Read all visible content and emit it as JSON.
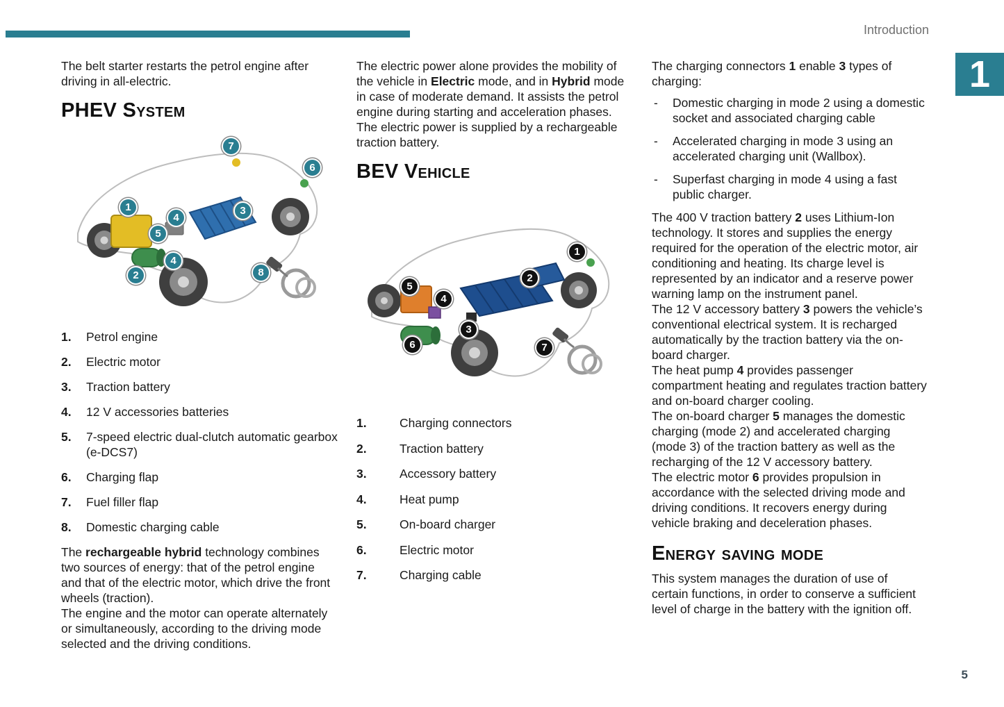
{
  "page": {
    "header_label": "Introduction",
    "chapter_number": "1",
    "page_number": "5",
    "colors": {
      "accent_teal": "#2a7e91",
      "phev_badge": "#2a7e91",
      "bev_badge": "#111111",
      "header_text": "#707070",
      "page_number_text": "#3c4c57"
    }
  },
  "col1": {
    "intro": "The belt starter restarts the petrol engine after driving in all-electric.",
    "heading": "PHEV System",
    "diagram_badges": [
      "7",
      "6",
      "1",
      "4",
      "3",
      "5",
      "4",
      "2",
      "8"
    ],
    "legend": [
      {
        "num": "1.",
        "text": "Petrol engine"
      },
      {
        "num": "2.",
        "text": "Electric motor"
      },
      {
        "num": "3.",
        "text": "Traction battery"
      },
      {
        "num": "4.",
        "text": "12 V accessories batteries"
      },
      {
        "num": "5.",
        "text": "7-speed electric dual-clutch automatic gearbox (e-DCS7)"
      },
      {
        "num": "6.",
        "text": "Charging flap"
      },
      {
        "num": "7.",
        "text": "Fuel filler flap"
      },
      {
        "num": "8.",
        "text": "Domestic charging cable"
      }
    ],
    "para_hybrid": [
      {
        "t": "The "
      },
      {
        "t": "rechargeable hybrid",
        "b": true
      },
      {
        "t": " technology combines two sources of energy: that of the petrol engine and that of the electric motor, which drive the front wheels (traction)."
      }
    ],
    "para_operate": "The engine and the motor can operate alternately or simultaneously, according to the driving mode selected and the driving conditions."
  },
  "col2": {
    "para_intro": [
      {
        "t": "The electric power alone provides the mobility of the vehicle in "
      },
      {
        "t": "Electric",
        "b": true
      },
      {
        "t": " mode, and in "
      },
      {
        "t": "Hybrid",
        "b": true
      },
      {
        "t": " mode in case of moderate demand. It assists the petrol engine during starting and acceleration phases."
      }
    ],
    "para_supply": "The electric power is supplied by a rechargeable traction battery.",
    "heading": "BEV Vehicle",
    "diagram_badges": [
      "1",
      "2",
      "5",
      "4",
      "3",
      "6",
      "7"
    ],
    "legend": [
      {
        "num": "1.",
        "text": "Charging connectors"
      },
      {
        "num": "2.",
        "text": "Traction battery"
      },
      {
        "num": "3.",
        "text": "Accessory battery"
      },
      {
        "num": "4.",
        "text": "Heat pump"
      },
      {
        "num": "5.",
        "text": "On-board charger"
      },
      {
        "num": "6.",
        "text": "Electric motor"
      },
      {
        "num": "7.",
        "text": "Charging cable"
      }
    ]
  },
  "col3": {
    "para_connectors": [
      {
        "t": "The charging connectors "
      },
      {
        "t": "1",
        "b": true
      },
      {
        "t": " enable "
      },
      {
        "t": "3",
        "b": true
      },
      {
        "t": " types of charging:"
      }
    ],
    "bullet_marker": "-",
    "bullets": [
      "Domestic charging in mode 2 using a domestic socket and associated charging cable",
      "Accelerated charging in mode 3 using an accelerated charging unit (Wallbox).",
      "Superfast charging in mode 4 using a fast public charger."
    ],
    "para_battery": [
      {
        "t": "The 400 V traction battery "
      },
      {
        "t": "2",
        "b": true
      },
      {
        "t": " uses Lithium-Ion technology. It stores and supplies the energy required for the operation of the electric motor, air conditioning and heating. Its charge level is represented by an indicator and a reserve power warning lamp on the instrument panel."
      }
    ],
    "para_accessory": [
      {
        "t": "The 12 V accessory battery "
      },
      {
        "t": "3",
        "b": true
      },
      {
        "t": " powers the vehicle’s conventional electrical system. It is recharged automatically by the traction battery via the on-board charger."
      }
    ],
    "para_heatpump": [
      {
        "t": "The heat pump "
      },
      {
        "t": "4",
        "b": true
      },
      {
        "t": " provides passenger compartment heating and regulates traction battery and on-board charger cooling."
      }
    ],
    "para_charger": [
      {
        "t": "The on-board charger "
      },
      {
        "t": "5",
        "b": true
      },
      {
        "t": " manages the domestic charging (mode 2) and accelerated charging (mode 3) of the traction battery as well as the recharging of the 12 V accessory battery."
      }
    ],
    "para_motor": [
      {
        "t": "The electric motor "
      },
      {
        "t": "6",
        "b": true
      },
      {
        "t": " provides propulsion in accordance with the selected driving mode and driving conditions. It recovers energy during vehicle braking and deceleration phases."
      }
    ],
    "heading": "Energy saving mode",
    "para_energy": "This system manages the duration of use of certain functions, in order to conserve a sufficient level of charge in the battery with the ignition off."
  }
}
